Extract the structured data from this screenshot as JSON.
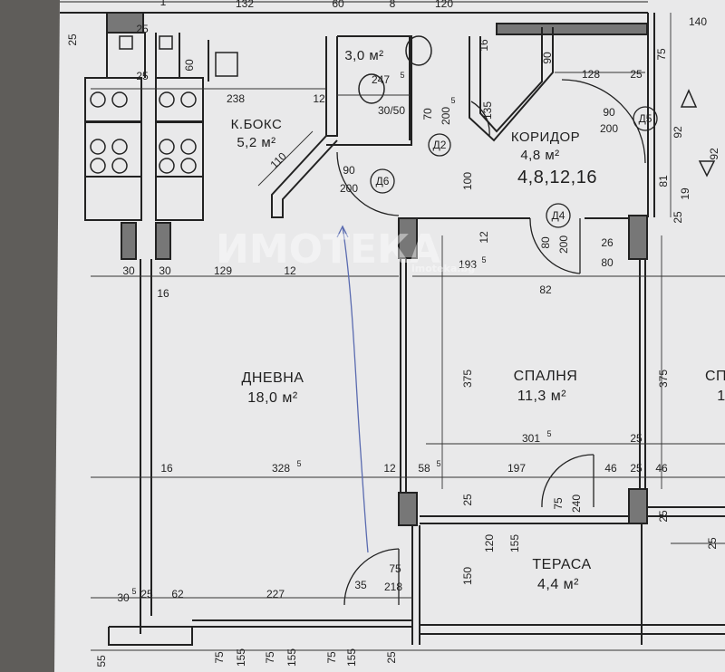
{
  "watermark": {
    "text": "ИМОТЕКА",
    "subtext": "imoteka.bg"
  },
  "rooms": {
    "kitchen": {
      "name": "К.БОКС",
      "area": "5,2 м²"
    },
    "bath": {
      "area": "3,0 м²"
    },
    "corridor": {
      "name": "КОРИДОР",
      "area": "4,8 м²",
      "sum": "4,8,12,16"
    },
    "living": {
      "name": "ДНЕВНА",
      "area": "18,0 м²"
    },
    "bedroom": {
      "name": "СПАЛНЯ",
      "area": "11,3 м²"
    },
    "bedroom2": {
      "name": "СП",
      "area": "1"
    },
    "terrace": {
      "name": "ТЕРАСА",
      "area": "4,4 м²"
    }
  },
  "doors": [
    {
      "id": "Д2",
      "w": "70",
      "h": "200"
    },
    {
      "id": "Д5",
      "w": "90",
      "h": "200"
    },
    {
      "id": "Д6",
      "w": "90",
      "h": "200"
    },
    {
      "id": "Д4",
      "w": "80",
      "h": "200"
    },
    {
      "id": "terrace-door",
      "w": "75",
      "h": "240"
    },
    {
      "id": "living-door",
      "w": "75",
      "h": "218"
    },
    {
      "id": "window-a",
      "w": "120",
      "h": "155"
    },
    {
      "id": "window-b",
      "w": "30/50",
      "h": ""
    }
  ],
  "dims": {
    "top_132": "132",
    "top_60": "60",
    "top_120": "120",
    "top_25": "25",
    "top_8": "8",
    "top_1": "1",
    "d_140": "140",
    "d_75": "75",
    "d_128": "128",
    "d_25a": "25",
    "d_90": "90",
    "d_16a": "16",
    "d_238": "238",
    "d_12a": "12",
    "d_2475": "247",
    "d_2475_sup": "5",
    "d_25b": "25",
    "d_60b": "60",
    "d_110": "110",
    "d_3050": "30/50",
    "d_135": "135",
    "d_100": "100",
    "d_12b": "12",
    "d_92": "92",
    "d_81": "81",
    "d_19": "19",
    "d_92b": "92",
    "d_25c": "25",
    "d_26": "26",
    "d_80": "80",
    "d_1935": "193",
    "d_1935_sup": "5",
    "d_82": "82",
    "d_30a": "30",
    "d_30b": "30",
    "d_129": "129",
    "d_12c": "12",
    "d_16b": "16",
    "d_375a": "375",
    "d_375b": "375",
    "d_3015": "301",
    "d_3015_sup": "5",
    "d_16c": "16",
    "d_3285": "328",
    "d_3285_sup": "5",
    "d_12d": "12",
    "d_585": "58",
    "d_585_sup": "5",
    "d_197": "197",
    "d_46a": "46",
    "d_25d": "25",
    "d_46b": "46",
    "d_25e": "25",
    "d_25f": "25",
    "d_25g": "25",
    "d_120": "120",
    "d_155": "155",
    "d_150": "150",
    "d_25h": "25",
    "d_305": "30",
    "d_305_sup": "5",
    "d_25i": "25",
    "d_62": "62",
    "d_227": "227",
    "d_35": "35",
    "b_55": "55",
    "b_75a": "75",
    "b_155a": "155",
    "b_75b": "75",
    "b_155b": "155",
    "b_75c": "75",
    "b_155c": "155",
    "b_25": "25",
    "d_25top": "25",
    "d_25left": "25",
    "d_5": "5"
  }
}
